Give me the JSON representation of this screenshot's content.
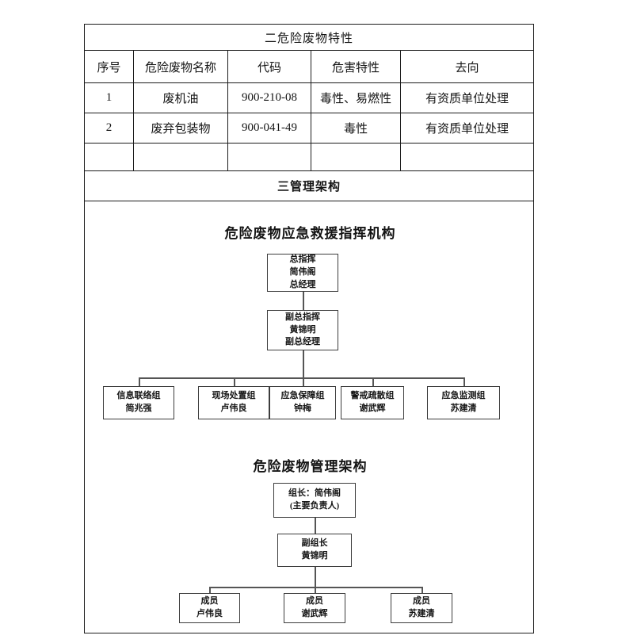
{
  "table": {
    "title": "二危险废物特性",
    "headers": [
      "序号",
      "危险废物名称",
      "代码",
      "危害特性",
      "去向"
    ],
    "rows": [
      {
        "cells": [
          "1",
          "废机油",
          "900-210-08",
          "毒性、易燃性",
          "有资质单位处理"
        ]
      },
      {
        "cells": [
          "2",
          "废弃包装物",
          "900-041-49",
          "毒性",
          "有资质单位处理"
        ]
      },
      {
        "cells": [
          "",
          "",
          "",
          "",
          ""
        ]
      }
    ],
    "section_title": "三管理架构"
  },
  "chart1": {
    "title": "危险废物应急救援指挥机构",
    "commander": {
      "line1": "总指挥",
      "line2": "简伟阁",
      "line3": "总经理"
    },
    "deputy": {
      "line1": "副总指挥",
      "line2": "黄锦明",
      "line3": "副总经理"
    },
    "groups": [
      {
        "name": "信息联络组",
        "person": "简兆强"
      },
      {
        "name": "现场处置组",
        "person": "卢伟良"
      },
      {
        "name": "应急保障组",
        "person": "钟梅"
      },
      {
        "name": "警戒疏散组",
        "person": "谢武辉"
      },
      {
        "name": "应急监测组",
        "person": "苏建清"
      }
    ]
  },
  "chart2": {
    "title": "危险废物管理架构",
    "leader": {
      "line1": "组长：简伟阁",
      "line2": "(主要负责人)"
    },
    "deputy": {
      "line1": "副组长",
      "line2": "黄锦明"
    },
    "members": [
      {
        "role": "成员",
        "person": "卢伟良"
      },
      {
        "role": "成员",
        "person": "谢武辉"
      },
      {
        "role": "成员",
        "person": "苏建清"
      }
    ]
  }
}
